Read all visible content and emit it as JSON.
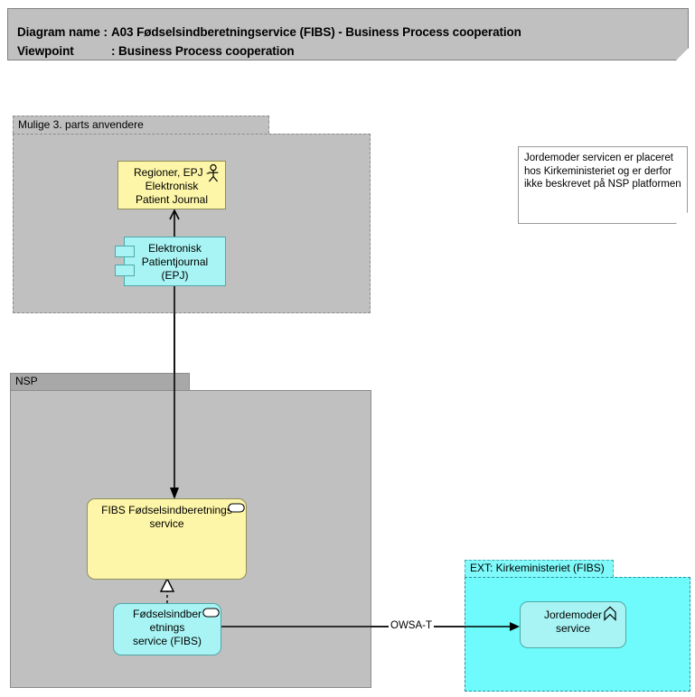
{
  "header": {
    "diagram_name_label": "Diagram name :",
    "diagram_name_value": "A03 Fødselsindberetningservice (FIBS) - Business Process cooperation",
    "viewpoint_label": "Viewpoint",
    "viewpoint_sep": ": ",
    "viewpoint_value": "Business Process cooperation"
  },
  "packages": {
    "third_party": {
      "label": "Mulige 3. parts anvendere",
      "fill": "#c0c0c0",
      "border_style": "dashed"
    },
    "nsp": {
      "label": "NSP",
      "fill": "#c0c0c0",
      "tab_fill": "#a8a8a8",
      "border_style": "solid"
    },
    "ext": {
      "label": "EXT: Kirkeministeriet (FIBS)",
      "fill": "#6ffbfb",
      "border_style": "dashed"
    }
  },
  "nodes": {
    "regioner": {
      "label": "Regioner, EPJ -\nElektronisk\nPatient Journal",
      "icon": "actor-icon",
      "fill": "#fdf6a8"
    },
    "epj": {
      "label": "Elektronisk\nPatientjournal\n(EPJ)",
      "icon": "component-icon",
      "fill": "#a8f4f4"
    },
    "fibs_service": {
      "label": "FIBS Fødselsindberetnings\nservice",
      "icon": "service-icon",
      "fill": "#fdf6a8"
    },
    "fibs_component": {
      "label": "Fødselsindber\netnings\nservice (FIBS)",
      "icon": "service-icon",
      "fill": "#a8f4f4"
    },
    "jordemoder": {
      "label": "Jordemoder\nservice",
      "icon": "process-icon",
      "fill": "#a8f4f4"
    }
  },
  "note": {
    "text": "Jordemoder servicen er placeret hos Kirkeministeriet og er derfor ikke beskrevet på NSP platformen"
  },
  "connectors": {
    "owsa_label": "OWSA-T"
  }
}
